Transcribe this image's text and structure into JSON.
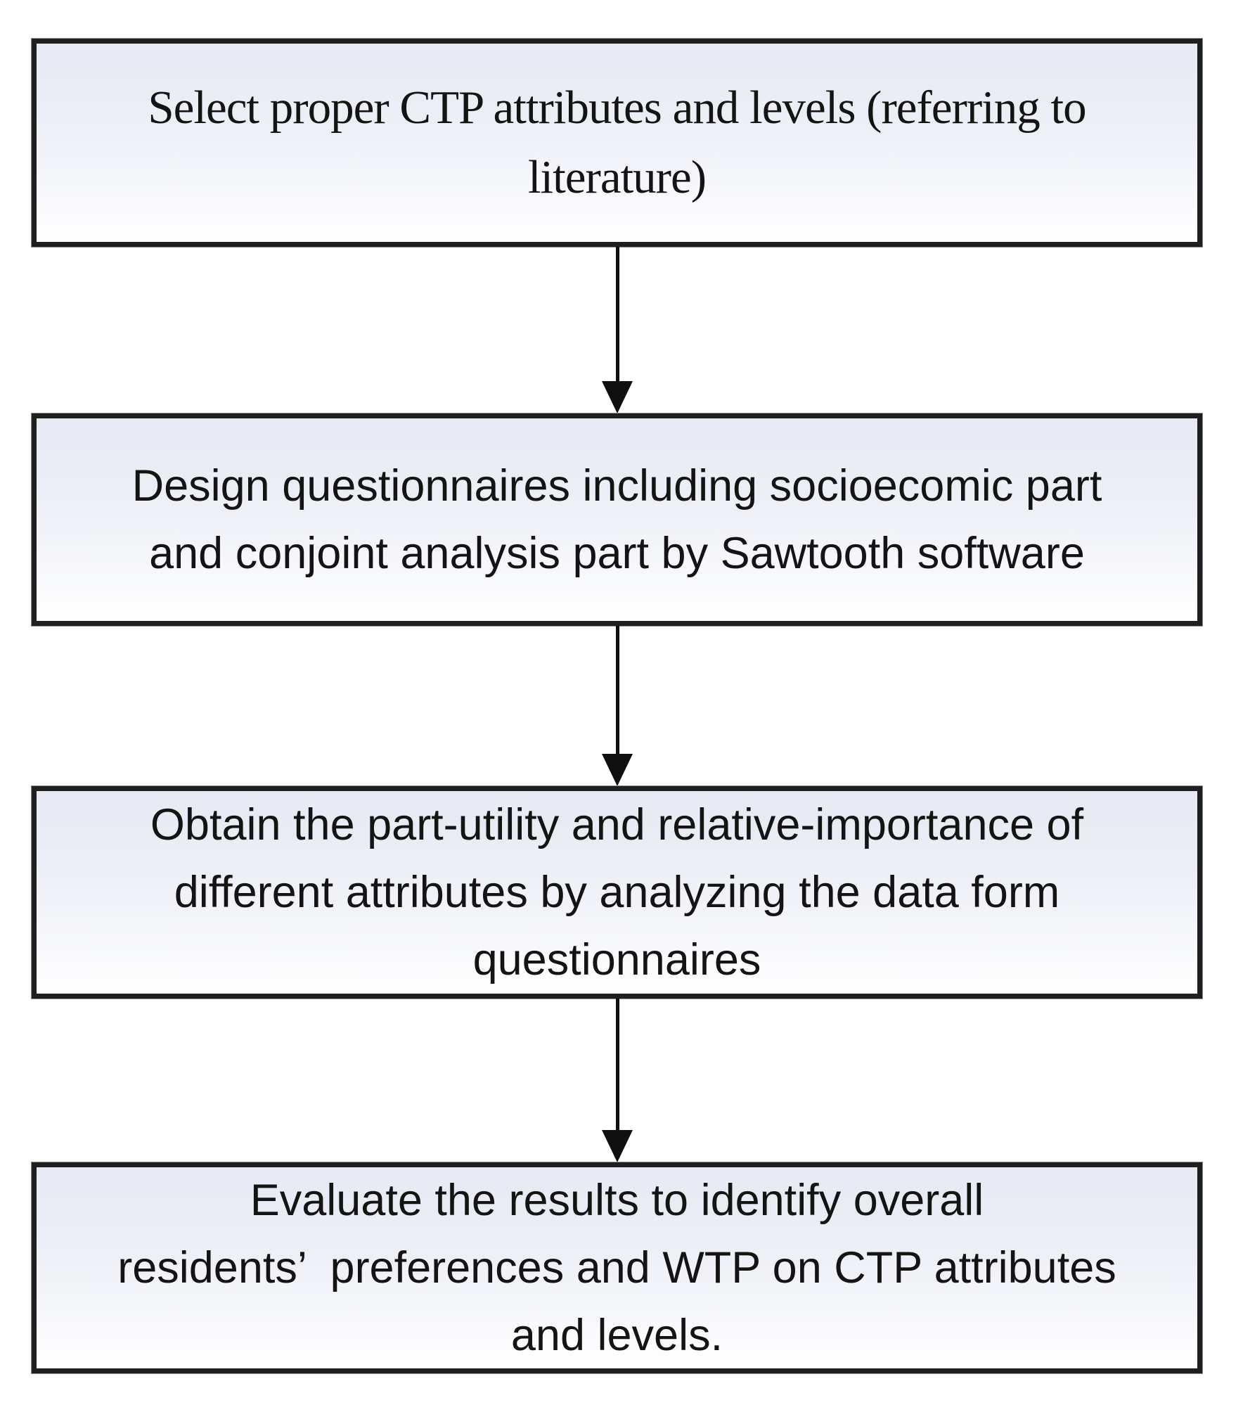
{
  "figure": {
    "type": "flowchart",
    "description": "Four-step methodology flowchart connected by downward arrows",
    "colors": {
      "box_border": "#1f1f1f",
      "box_background_top": "#e7e9f3",
      "box_background_bottom": "#ffffff",
      "text": "#141414",
      "arrow": "#101010",
      "page_background": "#ffffff"
    },
    "boxes": [
      {
        "id": "step-1",
        "lines": [
          "Select proper CTP attributes and levels (referring to",
          "literature)"
        ]
      },
      {
        "id": "step-2",
        "lines": [
          "Design questionnaires including socioecomic part",
          "and conjoint analysis part by Sawtooth software"
        ]
      },
      {
        "id": "step-3",
        "lines": [
          "Obtain the part-utility and relative-importance of",
          "different attributes by analyzing the data form",
          "questionnaires"
        ]
      },
      {
        "id": "step-4",
        "lines": [
          "Evaluate the results to identify overall",
          "residents’  preferences and WTP on CTP attributes",
          "and levels."
        ]
      }
    ],
    "connectors": [
      {
        "id": "arrow-1",
        "from": "step-1",
        "to": "step-2",
        "direction": "down"
      },
      {
        "id": "arrow-2",
        "from": "step-2",
        "to": "step-3",
        "direction": "down"
      },
      {
        "id": "arrow-3",
        "from": "step-3",
        "to": "step-4",
        "direction": "down"
      }
    ]
  }
}
